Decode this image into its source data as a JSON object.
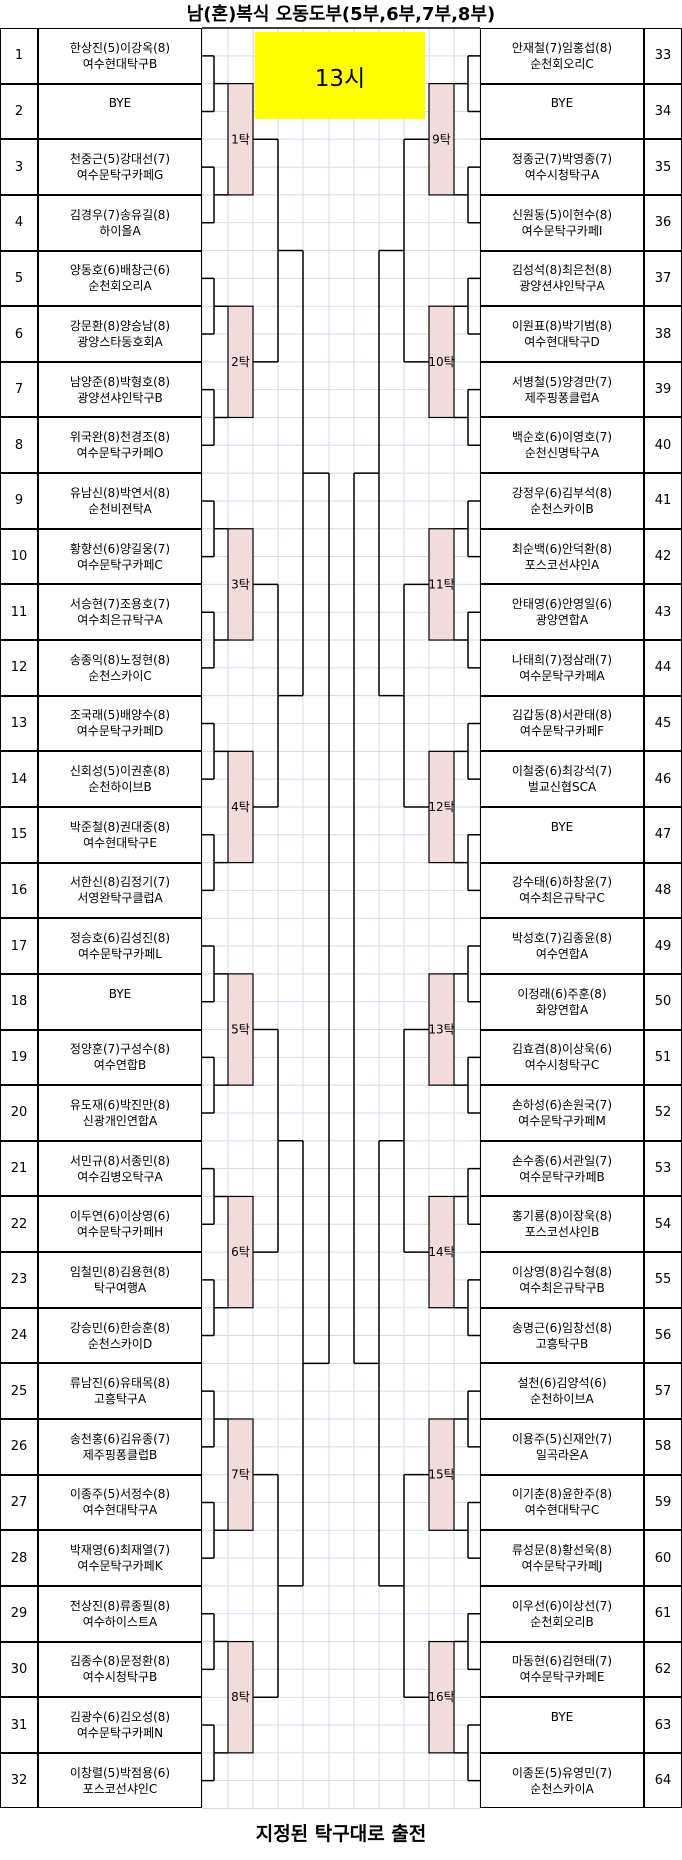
{
  "title": "남(혼)복식 오동도부(5부,6부,7부,8부)",
  "time_label": "13시",
  "footer": "지정된 탁구대로 출전",
  "colors": {
    "highlight_yellow": "#ffff00",
    "table_cell_fill": "#f2dcdb",
    "grid_line": "#d3dbe7",
    "bracket_line": "#000000"
  },
  "left_tables": [
    "1탁",
    "2탁",
    "3탁",
    "4탁",
    "5탁",
    "6탁",
    "7탁",
    "8탁"
  ],
  "right_tables": [
    "9탁",
    "10탁",
    "11탁",
    "12탁",
    "13탁",
    "14탁",
    "15탁",
    "16탁"
  ],
  "entries": [
    {
      "seed": 1,
      "players": "한상진(5)이강옥(8)",
      "club": "여수현대탁구B"
    },
    {
      "seed": 2,
      "players": "BYE",
      "club": ""
    },
    {
      "seed": 3,
      "players": "천중근(5)강대선(7)",
      "club": "여수문탁구카페G"
    },
    {
      "seed": 4,
      "players": "김경우(7)송유길(8)",
      "club": "하이올A"
    },
    {
      "seed": 5,
      "players": "양동호(6)배창근(6)",
      "club": "순천회오리A"
    },
    {
      "seed": 6,
      "players": "강문환(8)양승남(8)",
      "club": "광양스타동호회A"
    },
    {
      "seed": 7,
      "players": "남양준(8)박형호(8)",
      "club": "광양션샤인탁구B"
    },
    {
      "seed": 8,
      "players": "위국완(8)천경조(8)",
      "club": "여수문탁구카페O"
    },
    {
      "seed": 9,
      "players": "유남신(8)박연서(8)",
      "club": "순천비젼탁A"
    },
    {
      "seed": 10,
      "players": "황향선(6)양길웅(7)",
      "club": "여수문탁구카페C"
    },
    {
      "seed": 11,
      "players": "서승현(7)조용호(7)",
      "club": "여수최은규탁구A"
    },
    {
      "seed": 12,
      "players": "송종익(8)노정현(8)",
      "club": "순천스카이C"
    },
    {
      "seed": 13,
      "players": "조국래(5)배양수(8)",
      "club": "여수문탁구카페D"
    },
    {
      "seed": 14,
      "players": "신회성(5)이권훈(8)",
      "club": "순천하이브B"
    },
    {
      "seed": 15,
      "players": "박준철(8)권대중(8)",
      "club": "여수현대탁구E"
    },
    {
      "seed": 16,
      "players": "서한신(8)김정기(7)",
      "club": "서영완탁구클럽A"
    },
    {
      "seed": 17,
      "players": "정승호(6)김성진(8)",
      "club": "여수문탁구카페L"
    },
    {
      "seed": 18,
      "players": "BYE",
      "club": ""
    },
    {
      "seed": 19,
      "players": "정양훈(7)구성수(8)",
      "club": "여수연합B"
    },
    {
      "seed": 20,
      "players": "유도재(6)박진만(8)",
      "club": "신광개인연합A"
    },
    {
      "seed": 21,
      "players": "서민규(8)서종민(8)",
      "club": "여수김병오탁구A"
    },
    {
      "seed": 22,
      "players": "이두연(6)이상영(6)",
      "club": "여수문탁구카페H"
    },
    {
      "seed": 23,
      "players": "임철민(8)김용현(8)",
      "club": "탁구여행A"
    },
    {
      "seed": 24,
      "players": "강승민(6)한승훈(8)",
      "club": "순천스카이D"
    },
    {
      "seed": 25,
      "players": "류남진(6)유태목(8)",
      "club": "고흥탁구A"
    },
    {
      "seed": 26,
      "players": "송천홍(6)김유종(7)",
      "club": "제주핑퐁클럽B"
    },
    {
      "seed": 27,
      "players": "이종주(5)서정수(8)",
      "club": "여수현대탁구A"
    },
    {
      "seed": 28,
      "players": "박재영(6)최재열(7)",
      "club": "여수문탁구카페K"
    },
    {
      "seed": 29,
      "players": "전상진(8)류종필(8)",
      "club": "여수하이스트A"
    },
    {
      "seed": 30,
      "players": "김종수(8)문정환(8)",
      "club": "여수시청탁구B"
    },
    {
      "seed": 31,
      "players": "김광수(6)김오성(8)",
      "club": "여수문탁구카페N"
    },
    {
      "seed": 32,
      "players": "이창렬(5)박점용(6)",
      "club": "포스코선샤인C"
    },
    {
      "seed": 33,
      "players": "안재철(7)임홍섭(8)",
      "club": "순천회오리C"
    },
    {
      "seed": 34,
      "players": "BYE",
      "club": ""
    },
    {
      "seed": 35,
      "players": "정종군(7)박영종(7)",
      "club": "여수시청탁구A"
    },
    {
      "seed": 36,
      "players": "신원동(5)이현수(8)",
      "club": "여수문탁구카페I"
    },
    {
      "seed": 37,
      "players": "김성석(8)최은천(8)",
      "club": "광양션샤인탁구A"
    },
    {
      "seed": 38,
      "players": "이원표(8)박기범(8)",
      "club": "여수현대탁구D"
    },
    {
      "seed": 39,
      "players": "서병철(5)양경만(7)",
      "club": "제주핑퐁클럽A"
    },
    {
      "seed": 40,
      "players": "백순호(6)이영호(7)",
      "club": "순천신명탁구A"
    },
    {
      "seed": 41,
      "players": "강정우(6)김부석(8)",
      "club": "순천스카이B"
    },
    {
      "seed": 42,
      "players": "최순백(6)안덕환(8)",
      "club": "포스코선샤인A"
    },
    {
      "seed": 43,
      "players": "안태영(6)안영일(6)",
      "club": "광양연합A"
    },
    {
      "seed": 44,
      "players": "나태희(7)정삼래(7)",
      "club": "여수문탁구카페A"
    },
    {
      "seed": 45,
      "players": "김갑동(8)서관태(8)",
      "club": "여수문탁구카페F"
    },
    {
      "seed": 46,
      "players": "이철중(6)최강석(7)",
      "club": "벌교신협SCA"
    },
    {
      "seed": 47,
      "players": "BYE",
      "club": ""
    },
    {
      "seed": 48,
      "players": "강수태(6)하창윤(7)",
      "club": "여수최은규탁구C"
    },
    {
      "seed": 49,
      "players": "박성호(7)김종윤(8)",
      "club": "여수연합A"
    },
    {
      "seed": 50,
      "players": "이정래(6)주훈(8)",
      "club": "화양연합A"
    },
    {
      "seed": 51,
      "players": "김효겸(8)이상욱(6)",
      "club": "여수시청탁구C"
    },
    {
      "seed": 52,
      "players": "손하성(6)손원국(7)",
      "club": "여수문탁구카페M"
    },
    {
      "seed": 53,
      "players": "손수종(6)서관일(7)",
      "club": "여수문탁구카페B"
    },
    {
      "seed": 54,
      "players": "홍기룡(8)이장욱(8)",
      "club": "포스코선샤인B"
    },
    {
      "seed": 55,
      "players": "이상영(8)김수형(8)",
      "club": "여수최은규탁구B"
    },
    {
      "seed": 56,
      "players": "송명근(6)임창선(8)",
      "club": "고흥탁구B"
    },
    {
      "seed": 57,
      "players": "설천(6)김양석(6)",
      "club": "순천하이브A"
    },
    {
      "seed": 58,
      "players": "이용주(5)신재안(7)",
      "club": "일곡라온A"
    },
    {
      "seed": 59,
      "players": "이기춘(8)윤한주(8)",
      "club": "여수현대탁구C"
    },
    {
      "seed": 60,
      "players": "류성문(8)황선욱(8)",
      "club": "여수문탁구카페J"
    },
    {
      "seed": 61,
      "players": "이우선(6)이상선(7)",
      "club": "순천회오리B"
    },
    {
      "seed": 62,
      "players": "마동현(6)김현태(7)",
      "club": "여수문탁구카페E"
    },
    {
      "seed": 63,
      "players": "BYE",
      "club": ""
    },
    {
      "seed": 64,
      "players": "이종돈(5)유영민(7)",
      "club": "순천스카이A"
    }
  ]
}
